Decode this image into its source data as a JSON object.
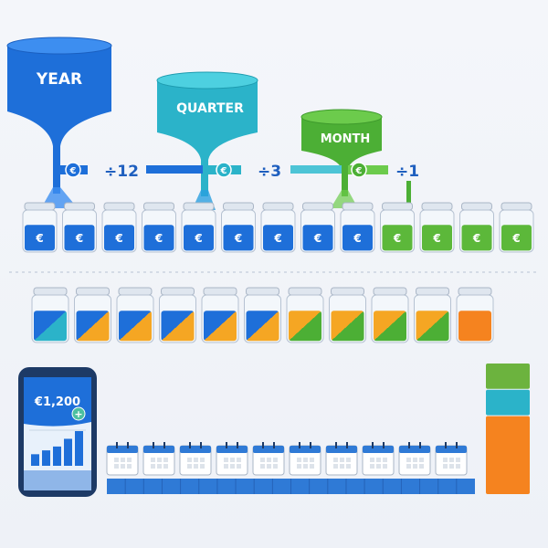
{
  "funnels": [
    {
      "label": "YEAR",
      "divisor": "÷12",
      "color": "#1e6fd9"
    },
    {
      "label": "QUARTER",
      "divisor": "÷3",
      "color": "#2bb3c9"
    },
    {
      "label": "MONTH",
      "divisor": "÷1",
      "color": "#4caf35"
    }
  ],
  "currency_symbol": "€",
  "top_jars": [
    "blue",
    "blue",
    "blue",
    "blue",
    "blue",
    "blue",
    "blue",
    "blue",
    "blue",
    "green",
    "green",
    "green",
    "green"
  ],
  "mixed_jars": [
    [
      "#1e6fd9",
      "#2bb3c9"
    ],
    [
      "#1e6fd9",
      "#f5a623"
    ],
    [
      "#1e6fd9",
      "#f5a623"
    ],
    [
      "#1e6fd9",
      "#f5a623"
    ],
    [
      "#1e6fd9",
      "#f5a623"
    ],
    [
      "#1e6fd9",
      "#f5a623"
    ],
    [
      "#f5a623",
      "#4caf35"
    ],
    [
      "#f5a623",
      "#4caf35"
    ],
    [
      "#f5a623",
      "#4caf35"
    ],
    [
      "#f5a623",
      "#4caf35"
    ],
    [
      "#f5831f",
      "#f5831f"
    ]
  ],
  "phone": {
    "amount": "€1,200",
    "bars": [
      3,
      4,
      5,
      7,
      9
    ]
  },
  "calendar_count": 10,
  "stack": [
    {
      "color": "#f5831f",
      "value": 3
    },
    {
      "color": "#2bb3c9",
      "value": 1
    },
    {
      "color": "#6cb33e",
      "value": 1
    }
  ],
  "colors": {
    "blue": "#1e6fd9",
    "green": "#5cb83a"
  }
}
